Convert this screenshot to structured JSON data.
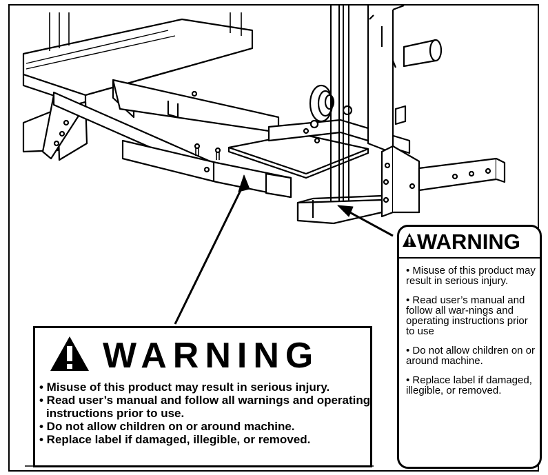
{
  "large_label": {
    "title": "WARNING",
    "items": [
      "• Misuse of this product may result in serious injury.",
      "• Read user’s manual and follow all warnings and operating instructions prior to use.",
      "• Do not allow children on or around machine.",
      "• Replace label if damaged, illegible, or  removed."
    ]
  },
  "small_label": {
    "title": "WARNING",
    "items": [
      "• Misuse of this product may result in serious injury.",
      "• Read user’s manual and follow all war-nings and operating instructions prior to use",
      "• Do not allow children on or around machine.",
      "• Replace label if damaged, illegible, or removed."
    ]
  },
  "colors": {
    "ink": "#000000",
    "paper": "#ffffff"
  }
}
